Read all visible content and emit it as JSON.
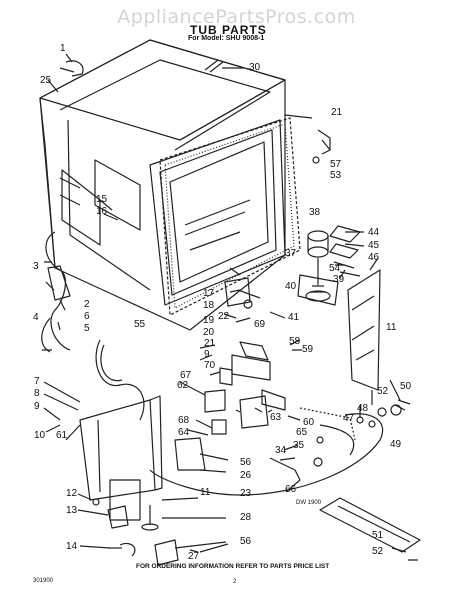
{
  "watermark": "AppliancePartsPros.com",
  "header": {
    "title": "TUB PARTS",
    "model_line": "For Model: SHU 9008-1"
  },
  "footer": {
    "code_left": "301900",
    "order_note": "FOR ORDERING INFORMATION REFER TO PARTS PRICE LIST",
    "page_number": "2",
    "drawing_code": "DW 1900"
  },
  "callouts": [
    "1",
    "25",
    "30",
    "21",
    "57",
    "53",
    "15",
    "16",
    "3",
    "38",
    "44",
    "45",
    "37",
    "46",
    "54",
    "39",
    "4",
    "2",
    "6",
    "5",
    "55",
    "17",
    "18",
    "40",
    "41",
    "22",
    "69",
    "11",
    "19",
    "20",
    "58",
    "59",
    "21",
    "9",
    "70",
    "67",
    "7",
    "8",
    "62",
    "52",
    "50",
    "63",
    "60",
    "48",
    "47",
    "49",
    "9",
    "10",
    "61",
    "68",
    "64",
    "65",
    "35",
    "34",
    "56",
    "26",
    "66",
    "12",
    "13",
    "11",
    "23",
    "51",
    "28",
    "56",
    "14",
    "52",
    "27"
  ]
}
